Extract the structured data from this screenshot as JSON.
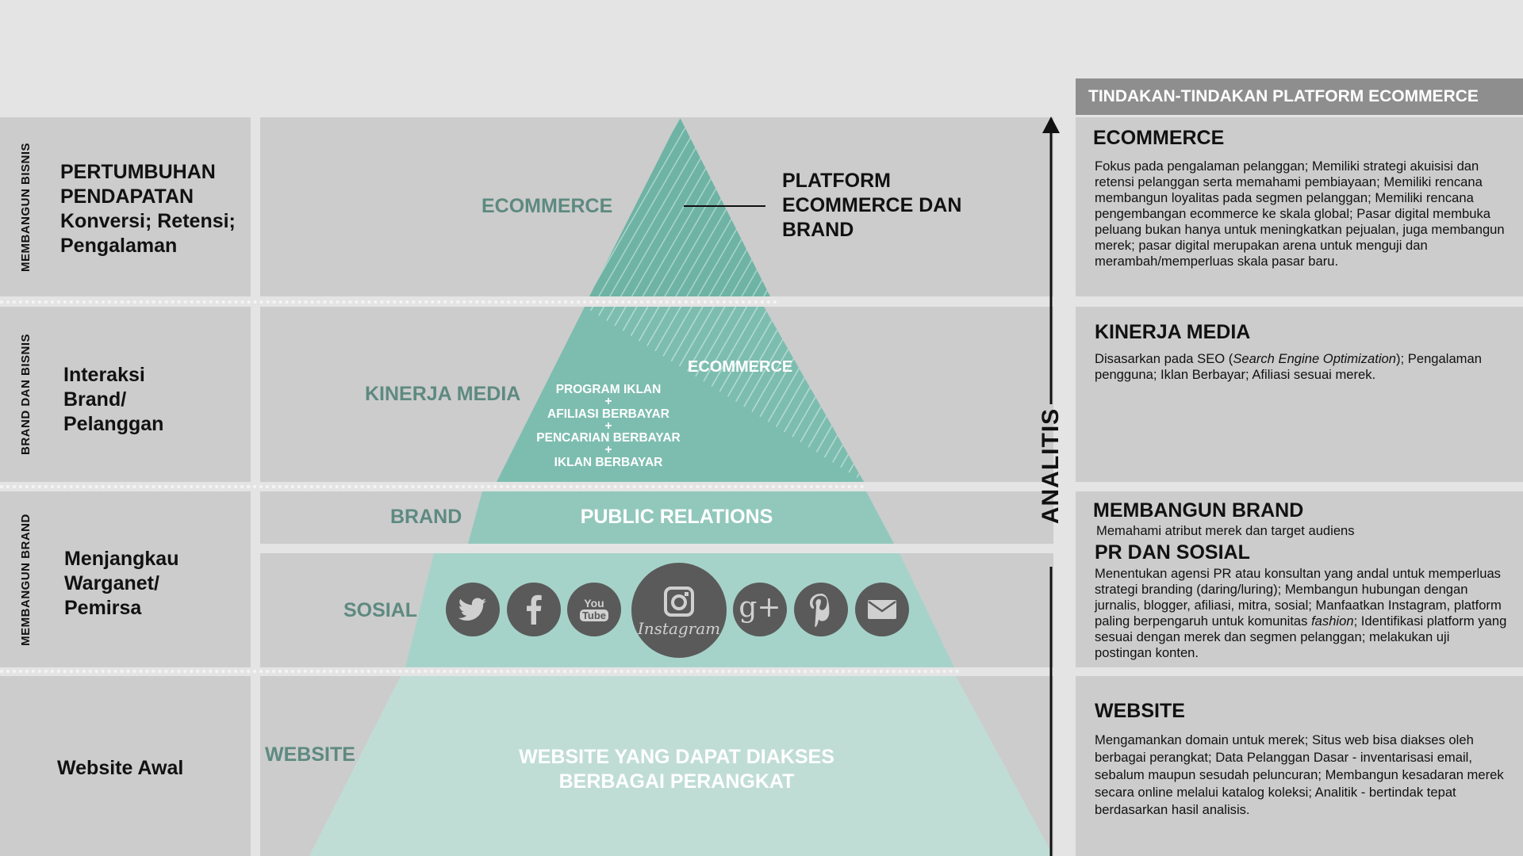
{
  "left_side_labels": [
    "MEMBANGUN BISNIS",
    "BRAND DAN BISNIS",
    "MEMBANGUN BRAND"
  ],
  "row_labels": {
    "r1": [
      "PERTUMBUHAN",
      "PENDAPATAN",
      "Konversi; Retensi;",
      "Pengalaman"
    ],
    "r2": [
      "Interaksi",
      "Brand/",
      "Pelanggan"
    ],
    "r3": [
      "Menjangkau",
      "Warganet/",
      "Pemirsa"
    ],
    "r4": "Website Awal"
  },
  "tier_labels": {
    "ecommerce": "ECOMMERCE",
    "kinerja": "KINERJA MEDIA",
    "brand": "BRAND",
    "sosial": "SOSIAL",
    "website": "WEBSITE"
  },
  "pyramid": {
    "platform_callout": [
      "PLATFORM",
      "ECOMMERCE DAN",
      "BRAND"
    ],
    "media_ecommerce": "ECOMMERCE",
    "media_stack": [
      "PROGRAM IKLAN",
      "+",
      "AFILIASI BERBAYAR",
      "+",
      "PENCARIAN BERBAYAR",
      "+",
      "IKLAN BERBAYAR"
    ],
    "public_relations": "PUBLIC RELATIONS",
    "website_text": [
      "WEBSITE YANG DAPAT DIAKSES",
      "BERBAGAI PERANGKAT"
    ]
  },
  "social_icons": {
    "youtube_top": "You",
    "youtube_bottom": "Tube",
    "instagram": "Instagram",
    "google_plus": "g+"
  },
  "analytics_label": "ANALITIS",
  "right_panel": {
    "header": "TINDAKAN-TINDAKAN PLATFORM ECOMMERCE",
    "ecommerce": {
      "title": "ECOMMERCE",
      "body": "Fokus pada pengalaman pelanggan; Memiliki strategi akuisisi dan retensi pelanggan serta memahami pembiayaan; Memiliki rencana membangun loyalitas pada segmen pelanggan; Memiliki rencana pengembangan ecommerce ke skala global; Pasar digital membuka peluang bukan hanya untuk meningkatkan pejualan, juga membangun merek;  pasar digital merupakan arena untuk menguji dan merambah/memperluas skala pasar baru."
    },
    "kinerja": {
      "title": "KINERJA MEDIA",
      "body_before": "Disasarkan pada SEO (",
      "body_italic": "Search Engine Optimization",
      "body_after": "); Pengalaman pengguna; Iklan Berbayar; Afiliasi sesuai merek."
    },
    "brand": {
      "title": "MEMBANGUN BRAND",
      "body": "Memahami atribut merek dan target audiens",
      "title2": "PR DAN SOSIAL",
      "body2_before": "Menentukan agensi PR atau konsultan yang andal untuk memperluas strategi branding (daring/luring); Membangun hubungan dengan jurnalis, blogger, afiliasi, mitra, sosial; Manfaatkan Instagram, platform paling berpengaruh untuk komunitas ",
      "body2_italic": "fashion",
      "body2_after": "; Identifikasi platform yang sesuai dengan merek dan segmen pelanggan; melakukan uji postingan konten."
    },
    "website": {
      "title": "WEBSITE",
      "body": "Mengamankan domain untuk merek; Situs web bisa diakses oleh berbagai perangkat; Data Pelanggan Dasar - inventarisasi email, sebalum maupun sesudah peluncuran; Membangun kesadaran merek secara online melalui katalog koleksi; Analitik - bertindak tepat berdasarkan hasil analisis."
    }
  },
  "colors": {
    "background": "#e4e4e4",
    "panel": "#cccccc",
    "tier_ecommerce": "#6fb3a5",
    "tier_media": "#7dbdb0",
    "tier_brand": "#92c8bc",
    "tier_sosial": "#a6d3c9",
    "tier_website": "#c0ddd5",
    "tier_label_text": "#5e8a80",
    "icon_fill": "#5a5a5a",
    "header_bar": "#8e8e8e"
  }
}
